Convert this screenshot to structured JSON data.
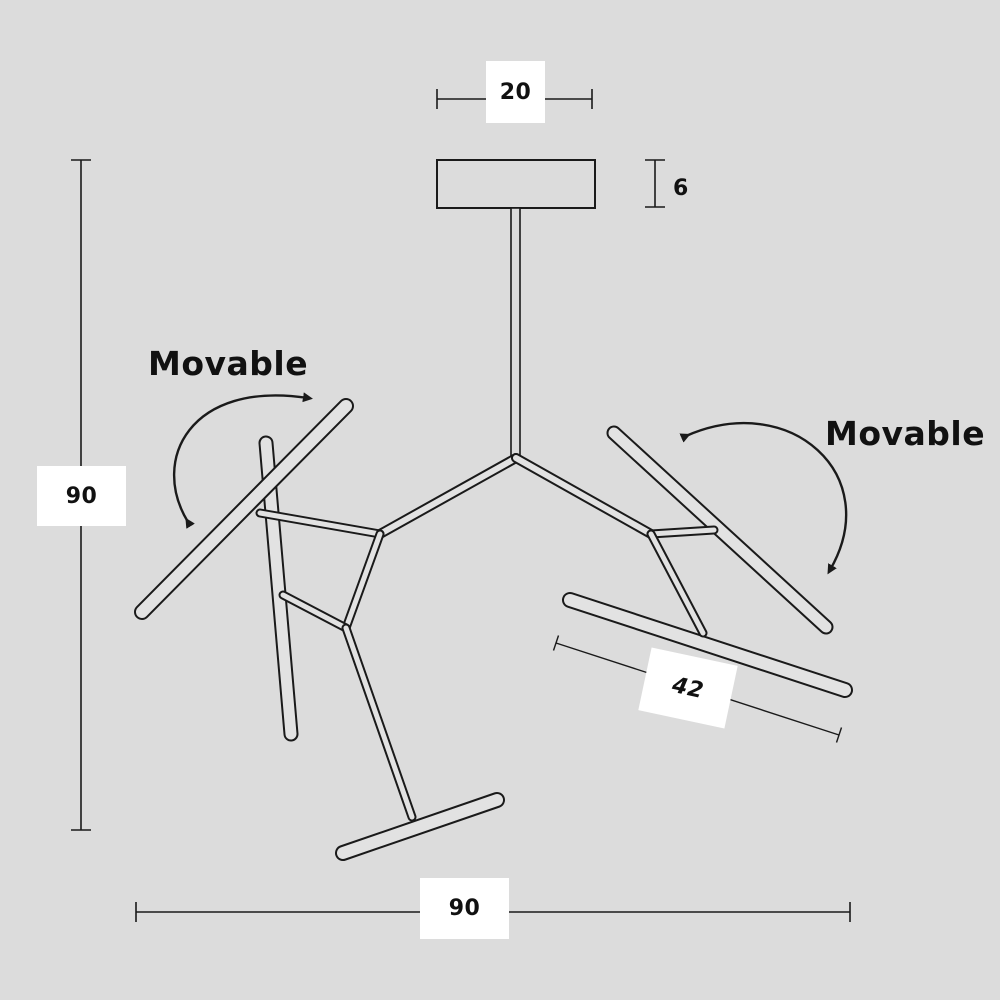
{
  "dimensions": {
    "canopy_width": "20",
    "canopy_height": "6",
    "overall_height": "90",
    "overall_width": "90",
    "rod_length": "42"
  },
  "annotations": {
    "left_movable": "Movable",
    "right_movable": "Movable"
  },
  "colors": {
    "background": "#dcdcdc",
    "line": "#1a1a1a",
    "rod_fill": "#e2e2e2",
    "label_bg": "#ffffff"
  }
}
